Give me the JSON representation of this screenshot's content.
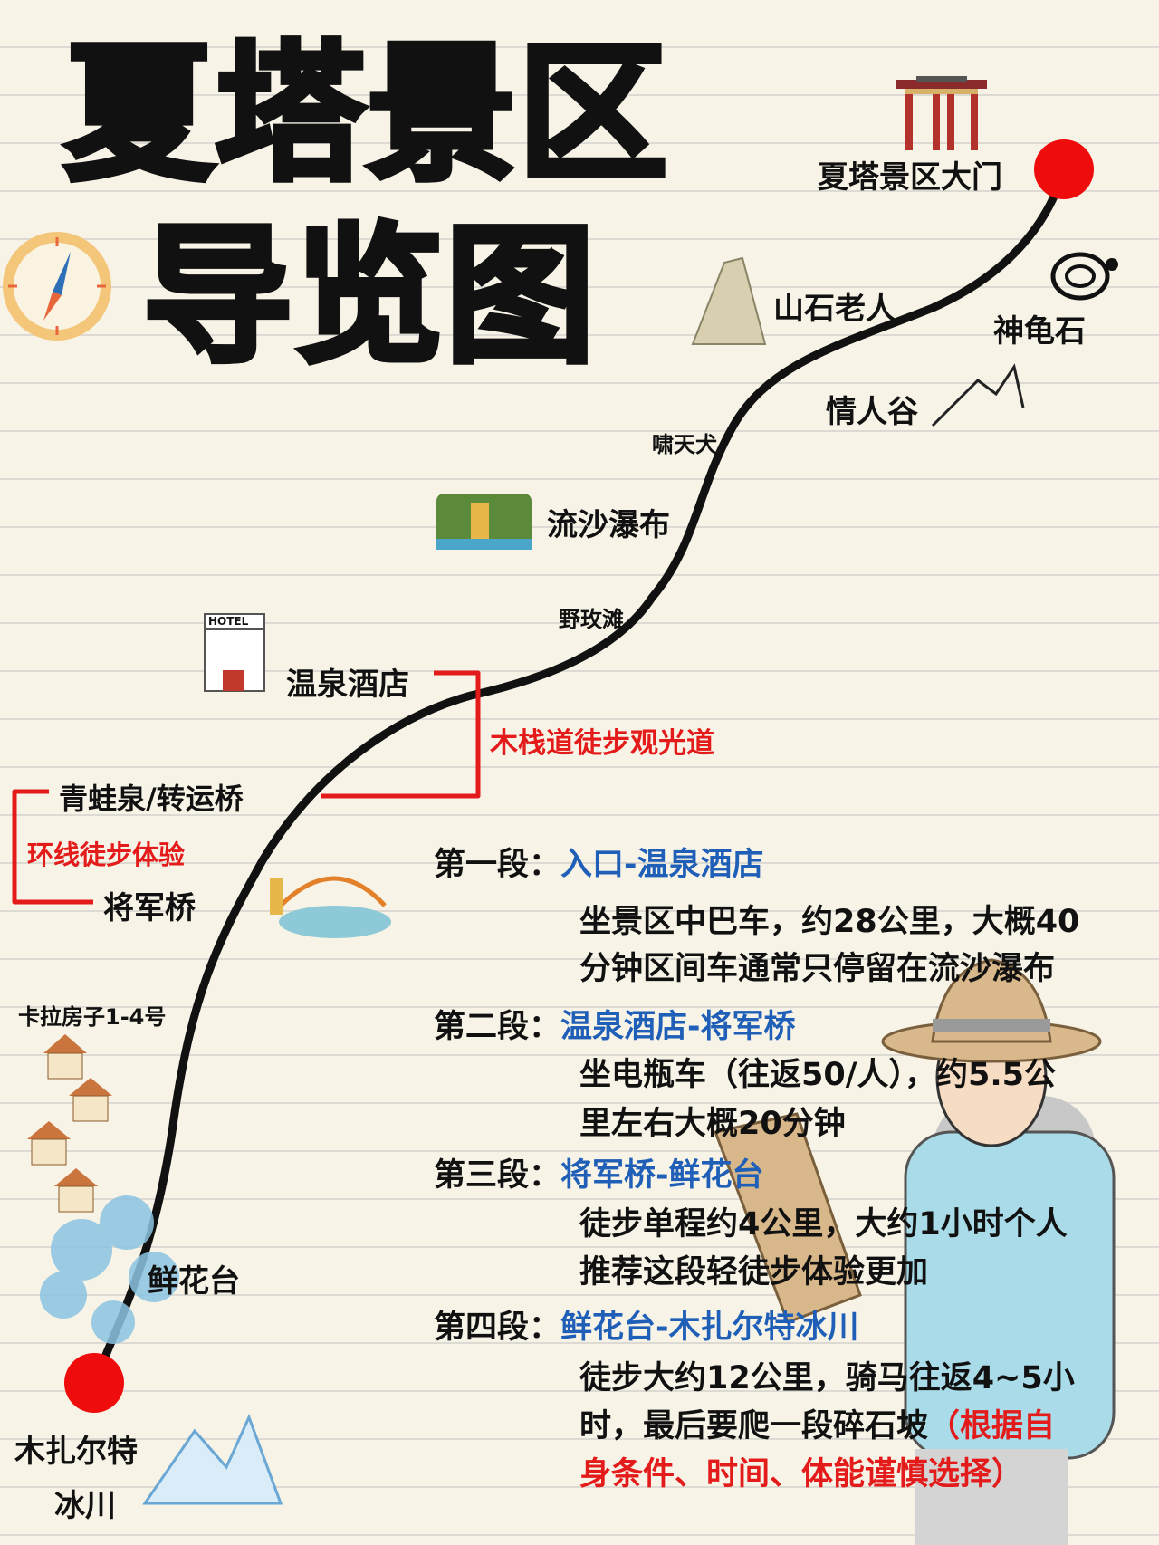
{
  "title": {
    "line1": "夏塔景区",
    "line2": "导览图"
  },
  "map_labels": {
    "gate": "夏塔景区大门",
    "old_man_rock": "山石老人",
    "turtle_rock": "神龟石",
    "lovers_valley": "情人谷",
    "howling_dog": "啸天犬",
    "quicksand_falls": "流沙瀑布",
    "wild_rose_beach": "野玫滩",
    "hot_spring_hotel": "温泉酒店",
    "hotel_sign": "HOTEL",
    "boardwalk": "木栈道徒步观光道",
    "frog_spring": "青蛙泉/转运桥",
    "loop_hike": "环线徒步体验",
    "general_bridge": "将军桥",
    "kala_houses": "卡拉房子1-4号",
    "flower_terrace": "鲜花台",
    "glacier_line1": "木扎尔特",
    "glacier_line2": "冰川"
  },
  "segments": [
    {
      "label": "第一段：",
      "route": "入口-温泉酒店",
      "lines": [
        "坐景区中巴车，约28公里，大概40",
        "分钟区间车通常只停留在流沙瀑布"
      ]
    },
    {
      "label": "第二段：",
      "route": "温泉酒店-将军桥",
      "lines": [
        "坐电瓶车（往返50/人），约5.5公",
        "里左右大概20分钟"
      ]
    },
    {
      "label": "第三段：",
      "route": "将军桥-鲜花台",
      "lines": [
        "徒步单程约4公里，大约1小时个人",
        "推荐这段轻徒步体验更加"
      ]
    },
    {
      "label": "第四段：",
      "route": "鲜花台-木扎尔特冰川",
      "lines": [
        "徒步大约12公里，骑马往返4~5小",
        "时，最后要爬一段碎石坡"
      ],
      "warning": [
        "（根据自",
        "身条件、时间、体能谨慎选择）"
      ]
    }
  ],
  "colors": {
    "accent_red": "#e31b1b",
    "route_blue": "#1f5fb8",
    "background": "#f7f3e6"
  }
}
